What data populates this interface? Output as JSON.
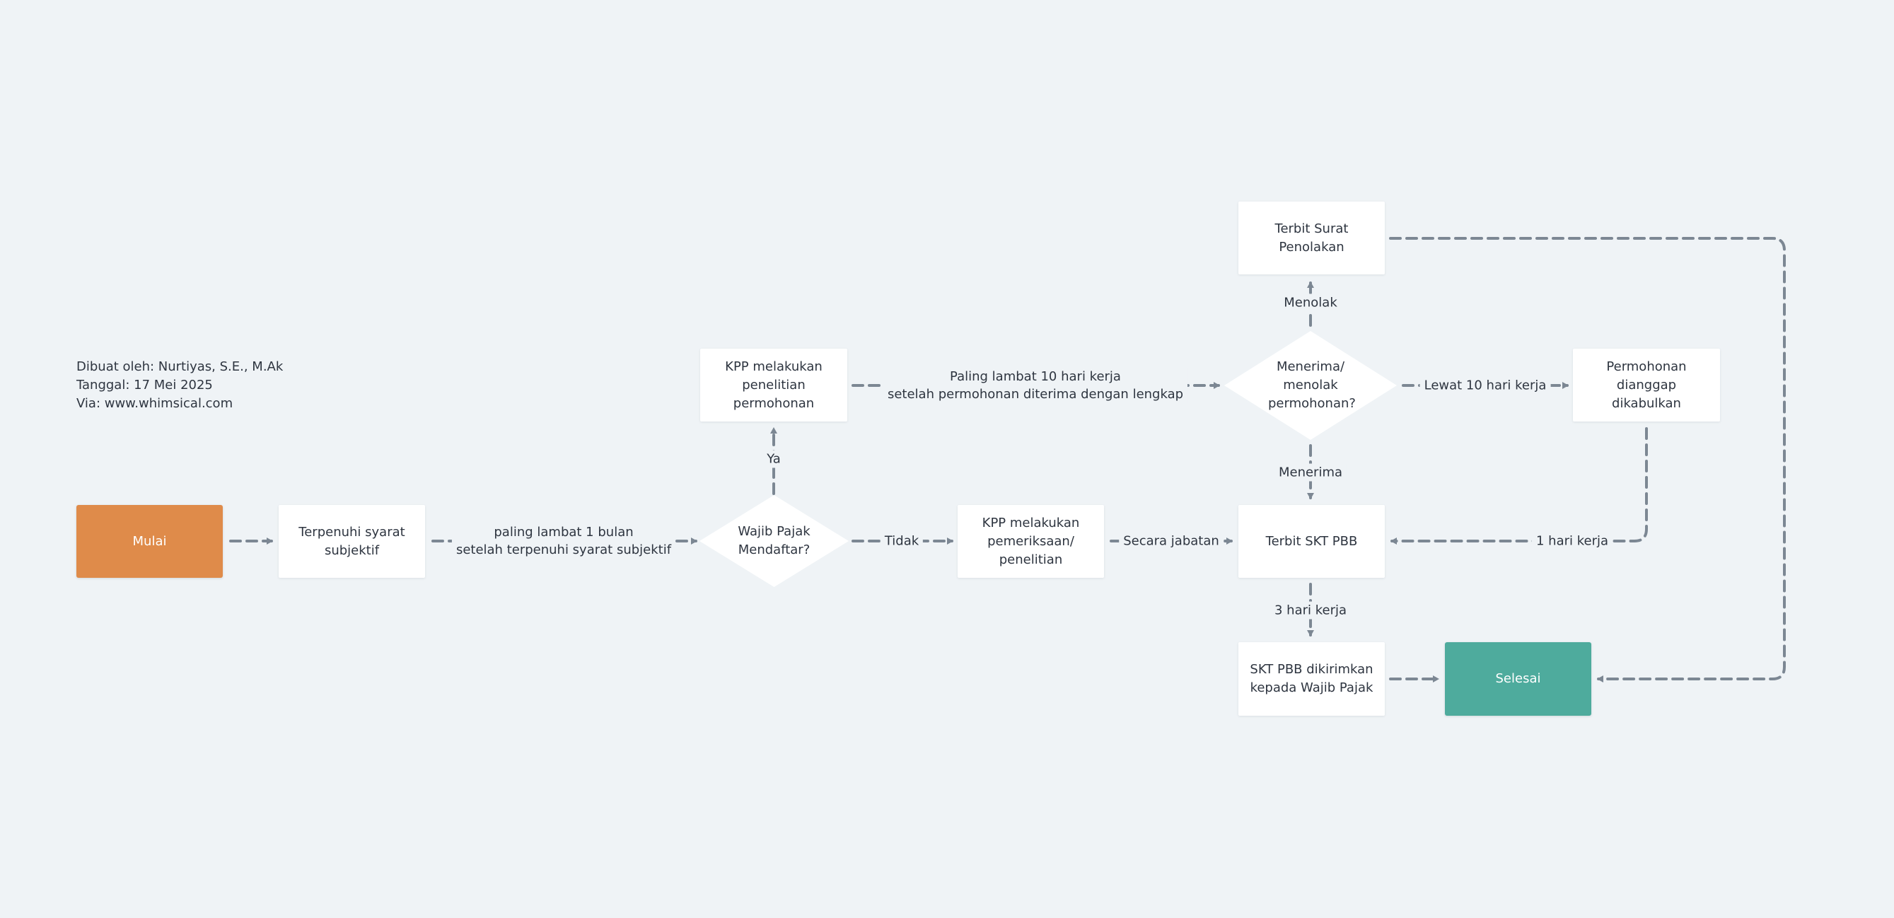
{
  "meta": {
    "author": "Dibuat oleh: Nurtiyas, S.E., M.Ak",
    "date": "Tanggal: 17 Mei 2025",
    "via": "Via: www.whimsical.com"
  },
  "colors": {
    "background": "#eff3f6",
    "start": "#df8b4a",
    "end": "#4eab9d",
    "edge": "#7c8793",
    "node": "#ffffff"
  },
  "nodes": {
    "mulai": "Mulai",
    "syarat": "Terpenuhi syarat subjektif",
    "wajib": "Wajib Pajak Mendaftar?",
    "kpp_penelitian": "KPP melakukan penelitian permohonan",
    "kpp_pemeriksaan": "KPP melakukan pemeriksaan/ penelitian",
    "terima_tolak": "Menerima/ menolak permohonan?",
    "surat_penolakan": "Terbit Surat Penolakan",
    "dikabulkan": "Permohonan dianggap dikabulkan",
    "skt": "Terbit SKT PBB",
    "skt_dikirim": "SKT PBB dikirimkan kepada Wajib Pajak",
    "selesai": "Selesai"
  },
  "edge_labels": {
    "bulan_1": "paling lambat 1 bulan",
    "bulan_2": "setelah terpenuhi syarat subjektif",
    "ya": "Ya",
    "tidak": "Tidak",
    "hari10_1": "Paling lambat 10 hari kerja",
    "hari10_2": "setelah permohonan diterima dengan lengkap",
    "menolak": "Menolak",
    "lewat": "Lewat 10 hari kerja",
    "menerima": "Menerima",
    "jabatan": "Secara jabatan",
    "hari1": "1 hari kerja",
    "hari3": "3 hari kerja"
  }
}
